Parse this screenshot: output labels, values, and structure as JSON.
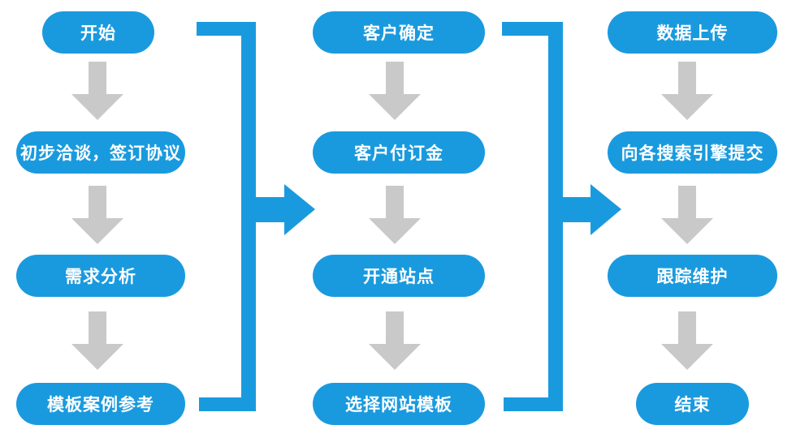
{
  "palette": {
    "node_blue": "#1A9ADE",
    "arrow_gray": "#C9C9C9",
    "text_color": "#FFFFFF",
    "background": "#FFFFFF"
  },
  "diagram": {
    "type": "flowchart",
    "flow_direction": "top-to-bottom, then left column to right column",
    "columns": [
      {
        "nodes": [
          {
            "label": "开始"
          },
          {
            "label": "初步洽谈，签订协议"
          },
          {
            "label": "需求分析"
          },
          {
            "label": "模板案例参考"
          }
        ]
      },
      {
        "nodes": [
          {
            "label": "客户确定"
          },
          {
            "label": "客户付订金"
          },
          {
            "label": "开通站点"
          },
          {
            "label": "选择网站模板"
          }
        ]
      },
      {
        "nodes": [
          {
            "label": "数据上传"
          },
          {
            "label": "向各搜索引擎提交"
          },
          {
            "label": "跟踪维护"
          },
          {
            "label": "结束"
          }
        ]
      }
    ]
  }
}
